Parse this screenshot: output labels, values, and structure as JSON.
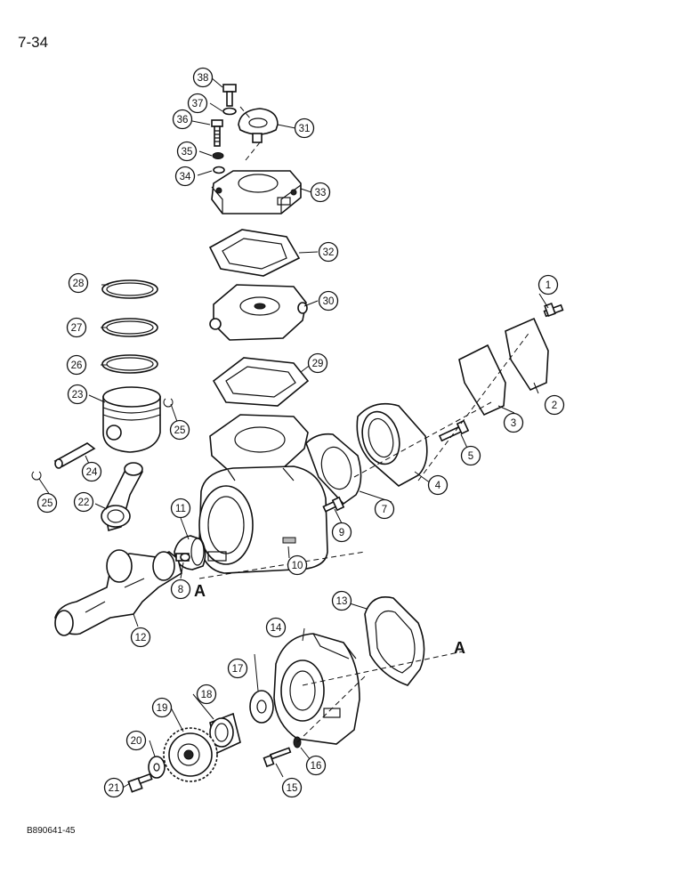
{
  "page_number": "7-34",
  "figure_code": "B890641-45",
  "reference_marks": [
    "A",
    "A"
  ],
  "callouts": [
    "1",
    "2",
    "3",
    "4",
    "5",
    "7",
    "8",
    "9",
    "10",
    "11",
    "12",
    "13",
    "14",
    "15",
    "16",
    "17",
    "18",
    "19",
    "20",
    "21",
    "22",
    "23",
    "24",
    "25",
    "25",
    "26",
    "27",
    "28",
    "29",
    "30",
    "31",
    "32",
    "33",
    "34",
    "35",
    "36",
    "37",
    "38"
  ]
}
